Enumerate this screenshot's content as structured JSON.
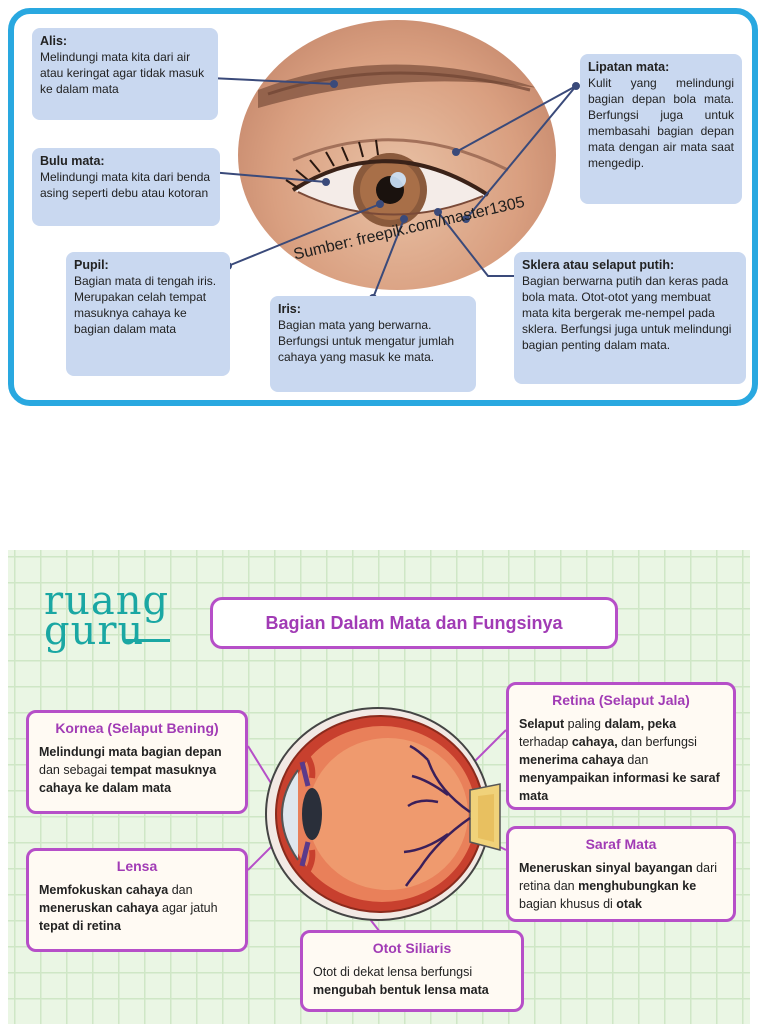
{
  "panel1": {
    "credit": "Sumber: freepik.com/master1305",
    "labels": [
      {
        "title": "Alis:",
        "desc": "Melindungi mata kita dari air atau keringat agar tidak masuk ke dalam mata"
      },
      {
        "title": "Bulu mata:",
        "desc": "Melindungi mata kita dari benda asing seperti debu atau kotoran"
      },
      {
        "title": "Pupil:",
        "desc": "Bagian mata di tengah iris. Merupakan celah tempat masuknya cahaya ke bagian dalam mata"
      },
      {
        "title": "Iris:",
        "desc": "Bagian mata yang berwarna. Berfungsi untuk mengatur jumlah cahaya yang masuk ke mata."
      },
      {
        "title": "Lipatan mata:",
        "desc": "Kulit yang melindungi bagian depan bola mata. Berfungsi juga untuk membasahi bagian depan mata dengan air mata saat mengedip."
      },
      {
        "title": "Sklera atau selaput putih:",
        "desc": "Bagian berwarna putih dan keras pada bola mata. Otot-otot yang membuat mata kita bergerak me-nempel pada sklera. Berfungsi juga untuk melindungi bagian penting dalam mata."
      }
    ],
    "colors": {
      "border": "#29a8e0",
      "label_bg": "#c9d8f0",
      "line": "#3a4a7a"
    }
  },
  "panel2": {
    "logo_line1": "ruang",
    "logo_line2": "guru",
    "title": "Bagian Dalam Mata dan Fungsinya",
    "kornea": {
      "title": "Kornea (Selaput Bening)",
      "p1_b": "Melindungi mata bagian depan",
      "p2": " dan sebagai ",
      "p3_b": "tempat masuknya cahaya ke dalam mata"
    },
    "lensa": {
      "title": "Lensa",
      "p1_b": "Memfokuskan cahaya",
      "p2": " dan ",
      "p3_b": "meneruskan cahaya",
      "p4": " agar jatuh ",
      "p5_b": "tepat di retina"
    },
    "retina": {
      "title": "Retina (Selaput Jala)",
      "p1_b": "Selaput",
      "p2": " paling ",
      "p3_b": "dalam, peka",
      "p4": " terhadap ",
      "p5_b": "cahaya,",
      "p6": " dan berfungsi ",
      "p7_b": "menerima cahaya",
      "p8": " dan ",
      "p9_b": "menyampaikan informasi ke saraf mata"
    },
    "saraf": {
      "title": "Saraf Mata",
      "p1_b": "Meneruskan sinyal bayangan",
      "p2": " dari retina dan ",
      "p3_b": "menghubungkan ke",
      "p4": " bagian khusus di ",
      "p5_b": "otak"
    },
    "otot": {
      "title": "Otot Siliaris",
      "p1": "Otot di dekat lensa berfungsi ",
      "p2_b": "mengubah bentuk lensa mata"
    },
    "colors": {
      "accent": "#b64fc8",
      "logo": "#1aa7a3",
      "grid_bg": "#eaf6e4"
    }
  }
}
